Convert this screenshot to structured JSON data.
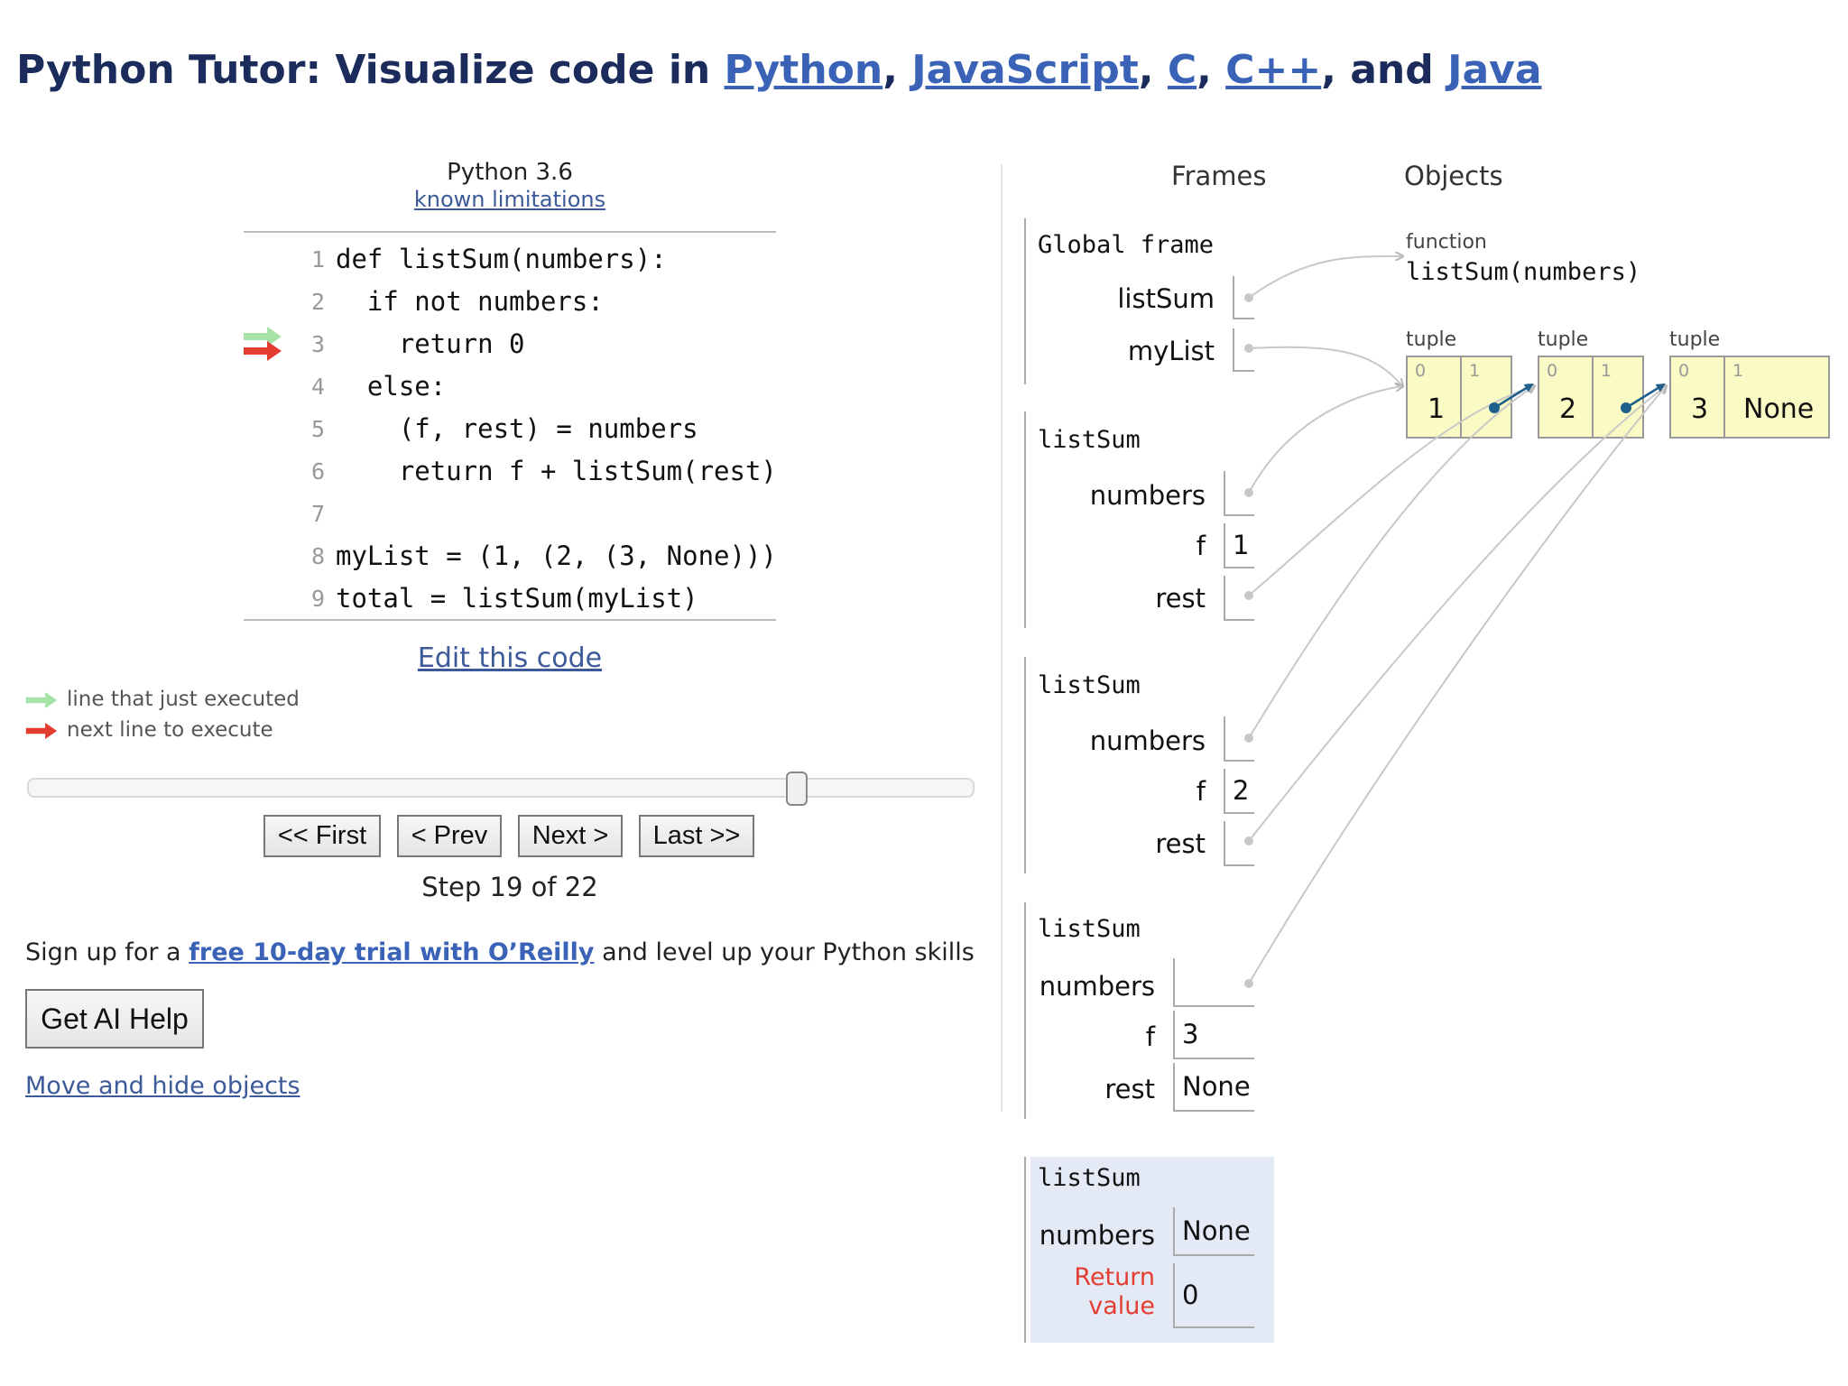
{
  "header": {
    "prefix": "Python Tutor: Visualize code in ",
    "langs": [
      "Python",
      "JavaScript",
      "C",
      "C++",
      "Java"
    ],
    "sep1": ", ",
    "sep2": ", ",
    "sep3": ", ",
    "sep4": ", and "
  },
  "code_pane": {
    "language": "Python 3.6",
    "limits_link": "known limitations",
    "lines": [
      {
        "n": "1",
        "text": "def listSum(numbers):"
      },
      {
        "n": "2",
        "text": "  if not numbers:"
      },
      {
        "n": "3",
        "text": "    return 0"
      },
      {
        "n": "4",
        "text": "  else:"
      },
      {
        "n": "5",
        "text": "    (f, rest) = numbers"
      },
      {
        "n": "6",
        "text": "    return f + listSum(rest)"
      },
      {
        "n": "7",
        "text": ""
      },
      {
        "n": "8",
        "text": "myList = (1, (2, (3, None)))"
      },
      {
        "n": "9",
        "text": "total = listSum(myList)"
      }
    ],
    "edit_link": "Edit this code",
    "legend_executed": "line that just executed",
    "legend_next": "next line to execute",
    "colors": {
      "executed_arrow": "#a6e3a8",
      "next_arrow": "#e33d32"
    }
  },
  "navigation": {
    "first": "<< First",
    "prev": "< Prev",
    "next": "Next >",
    "last": "Last >>",
    "step_text": "Step 19 of 22",
    "slider_progress": 0.82
  },
  "promo": {
    "prefix": "Sign up for a ",
    "link": "free 10-day trial with O’Reilly",
    "suffix": " and level up your Python skills"
  },
  "ai_button": "Get AI Help",
  "move_hide_link": "Move and hide objects",
  "viz": {
    "frames_header": "Frames",
    "objects_header": "Objects",
    "global_frame": {
      "name": "Global frame",
      "vars": [
        "listSum",
        "myList"
      ]
    },
    "frames": [
      {
        "name": "listSum",
        "vars": [
          {
            "name": "numbers",
            "value": ""
          },
          {
            "name": "f",
            "value": "1"
          },
          {
            "name": "rest",
            "value": ""
          }
        ]
      },
      {
        "name": "listSum",
        "vars": [
          {
            "name": "numbers",
            "value": ""
          },
          {
            "name": "f",
            "value": "2"
          },
          {
            "name": "rest",
            "value": ""
          }
        ]
      },
      {
        "name": "listSum",
        "vars": [
          {
            "name": "numbers",
            "value": ""
          },
          {
            "name": "f",
            "value": "3"
          },
          {
            "name": "rest",
            "value": "None"
          }
        ]
      }
    ],
    "active_frame": {
      "name": "listSum",
      "var": {
        "name": "numbers",
        "value": "None"
      },
      "return_label_1": "Return",
      "return_label_2": "value",
      "return_value": "0"
    },
    "function_obj": {
      "type": "function",
      "signature": "listSum(numbers)"
    },
    "tuples": [
      {
        "type": "tuple",
        "idx0": "0",
        "idx1": "1",
        "v0": "1",
        "v1": ""
      },
      {
        "type": "tuple",
        "idx0": "0",
        "idx1": "1",
        "v0": "2",
        "v1": ""
      },
      {
        "type": "tuple",
        "idx0": "0",
        "idx1": "1",
        "v0": "3",
        "v1": "None"
      }
    ],
    "colors": {
      "tuple_bg": "#fafac4",
      "active_frame_bg": "#e3eaf5",
      "return_label": "#e33d32",
      "pointer_dark": "#1f5f8b",
      "pointer_light": "#c8c8c8"
    }
  }
}
